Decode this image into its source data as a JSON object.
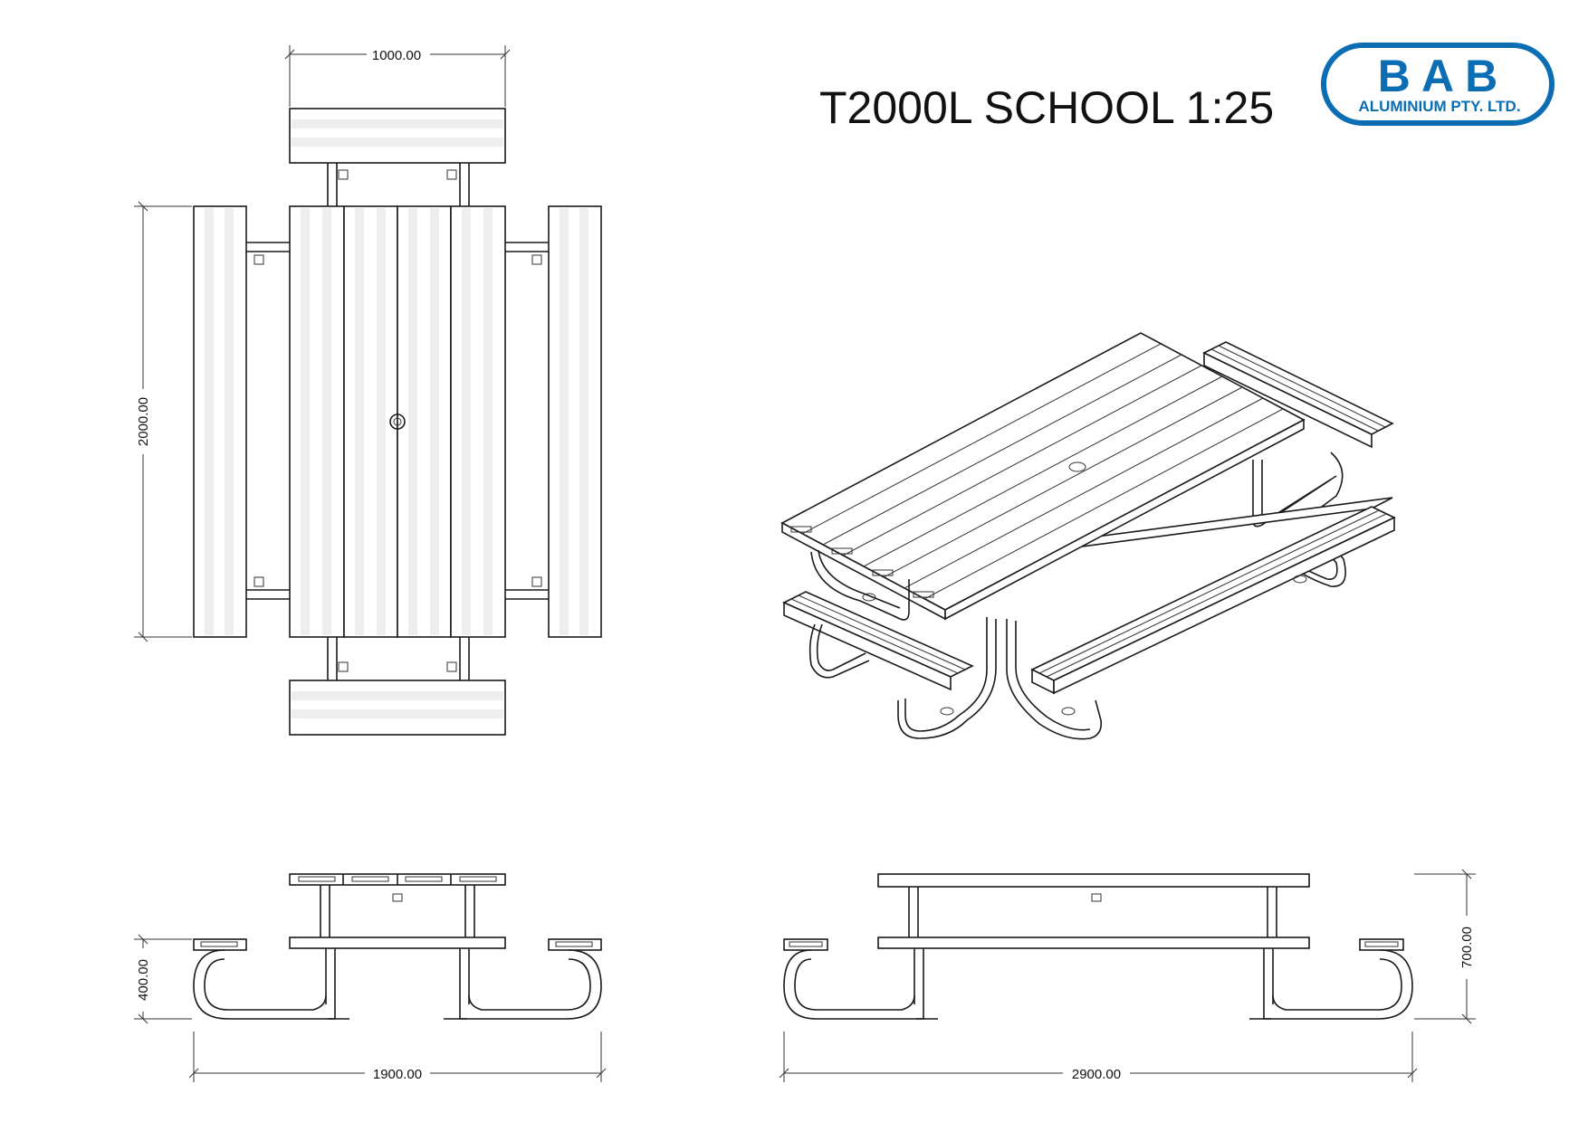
{
  "title": "T2000L SCHOOL 1:25",
  "logo": {
    "letters": "B A B",
    "subtitle": "ALUMINIUM PTY. LTD.",
    "color": "#0b6db3"
  },
  "dimensions": {
    "plan_width": "1000.00",
    "plan_length": "2000.00",
    "end_width": "1900.00",
    "seat_height": "400.00",
    "side_length": "2900.00",
    "table_height": "700.00"
  }
}
